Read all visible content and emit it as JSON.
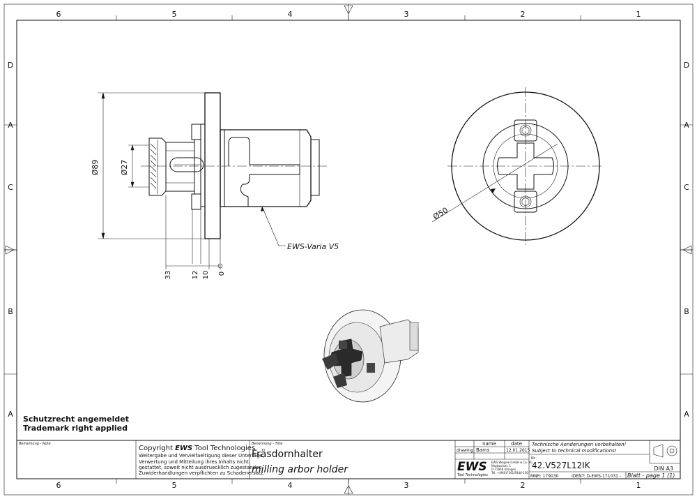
{
  "border": {
    "top_columns": [
      "6",
      "5",
      "4",
      "3",
      "2",
      "1"
    ],
    "bottom_columns": [
      "6",
      "5",
      "4",
      "3",
      "2",
      "1"
    ],
    "left_rows": [
      "D",
      "A",
      "C",
      "B",
      "A"
    ],
    "right_rows": [
      "D",
      "A",
      "C",
      "B",
      "A"
    ]
  },
  "side_view": {
    "dims": {
      "dia_outer": "Ø89",
      "dia_inner": "Ø27",
      "len_33": "33",
      "len_12": "12",
      "len_10": "10",
      "len_0": "0"
    },
    "leader_label": "EWS-Varia V5"
  },
  "front_view": {
    "dia_label": "Ø50"
  },
  "notice": {
    "line1": "Schutzrecht angemeldet",
    "line2": "Trademark right applied"
  },
  "title_block": {
    "remark_label": "Bemerkung - Note",
    "copyright_prefix": "Copyright",
    "copyright_brand": "EWS",
    "copyright_suffix": "Tool Technologies",
    "copyright_text": [
      "Weitergabe und Vervielfaeltigung dieser Unterlage,",
      "Verwertung und Mitteilung ihres Inhalts nicht",
      "gestattet, soweit nicht ausdruecklich zugestanden.",
      "Zuwiderhandlungen verpflichten zu Schadenersatz."
    ],
    "designation_label": "Benennung - Title",
    "title_de": "Fräsdornhalter",
    "title_en": "milling arbor holder",
    "header_name": "name",
    "header_date": "date",
    "row_label": "drawing",
    "drawn_by": "Barra",
    "drawn_date": "12.01.2015",
    "company_logo": "EWS",
    "company_sub": "Tool Technologies",
    "company_address": [
      "EWS Weigele GmbH & Co. KG",
      "Maybachstr. 1",
      "D-73066 Uhingen",
      "Tel. +49(0)7161/9340-150"
    ],
    "change_note_de": "Technische Aenderungen vorbehalten!",
    "change_note_en": "Subject to technical modifications!",
    "number_label": "Nr",
    "part_number": "42.V527L12IK",
    "mnr": "MNR: 179030",
    "ident": "IDENT: D-EWS-171031 -",
    "sheet": "Blatt - page  1 (1)",
    "format": "DIN A3"
  }
}
